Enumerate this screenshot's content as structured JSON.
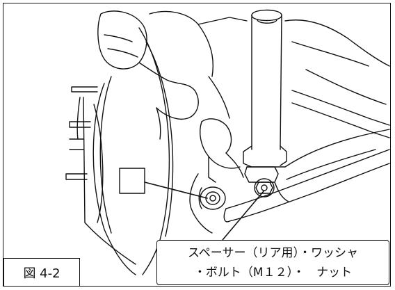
{
  "figure": {
    "label": "図 4-2"
  },
  "callout": {
    "line1": "スペーサー（リア用）・ワッシャ",
    "line2": "・ボルト（M１２）・　ナット"
  }
}
